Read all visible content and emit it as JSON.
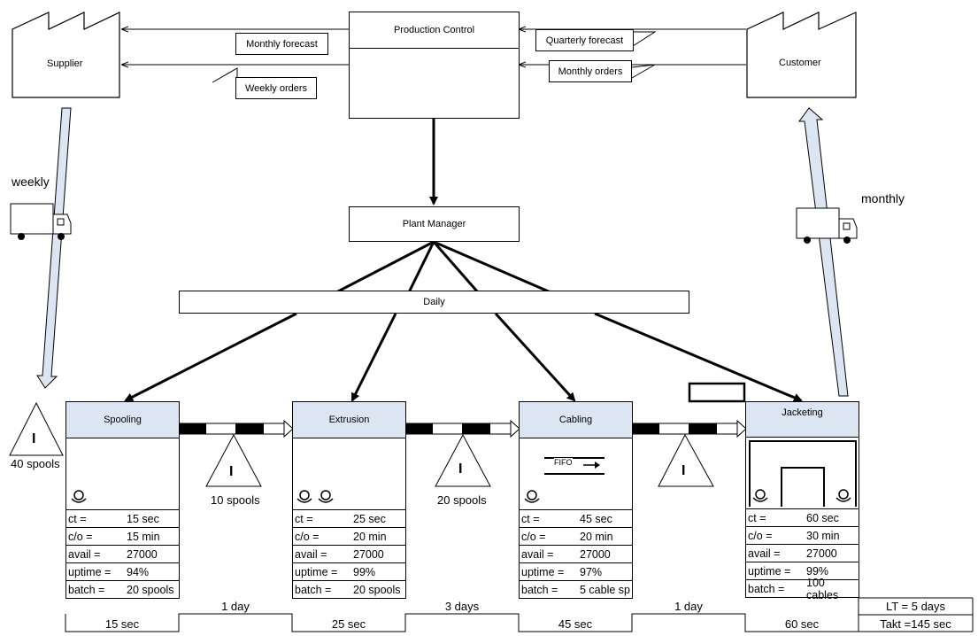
{
  "top": {
    "production_control": "Production Control",
    "supplier": "Supplier",
    "customer": "Customer",
    "plant_manager": "Plant Manager",
    "daily": "Daily",
    "monthly_forecast": "Monthly forecast",
    "weekly_orders": "Weekly orders",
    "quarterly_forecast": "Quarterly forecast",
    "monthly_orders": "Monthly orders",
    "weekly": "weekly",
    "monthly": "monthly"
  },
  "inventory": {
    "supplier_inv": "40 spools",
    "inv1": "10 spools",
    "inv2": "20 spools",
    "symbol": "I",
    "fifo": "FIFO"
  },
  "processes": [
    {
      "name": "Spooling",
      "ct": "15 sec",
      "co": "15 min",
      "avail": "27000",
      "uptime": "94%",
      "batch": "20 spools"
    },
    {
      "name": "Extrusion",
      "ct": "25 sec",
      "co": "20 min",
      "avail": "27000",
      "uptime": "99%",
      "batch": "20 spools"
    },
    {
      "name": "Cabling",
      "ct": "45 sec",
      "co": "20 min",
      "avail": "27000",
      "uptime": "97%",
      "batch": "5 cable sp"
    },
    {
      "name": "Jacketing",
      "ct": "60 sec",
      "co": "30 min",
      "avail": "27000",
      "uptime": "99%",
      "batch": "100 cables"
    }
  ],
  "labels": {
    "ct": "ct =",
    "co": "c/o =",
    "avail": "avail =",
    "uptime": "uptime =",
    "batch": "batch ="
  },
  "timeline": {
    "wait": [
      "1 day",
      "3 days",
      "1 day"
    ],
    "process": [
      "15 sec",
      "25 sec",
      "45 sec",
      "60 sec"
    ],
    "lt": "LT = 5 days",
    "takt": "Takt =145 sec"
  }
}
